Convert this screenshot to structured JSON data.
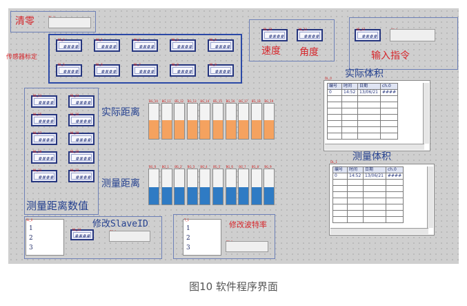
{
  "clear": {
    "label": "清零",
    "field_tag": "TS_2"
  },
  "calib": {
    "label": "传感器标定",
    "row1": [
      {
        "tag": "NL_0",
        "value": "####"
      },
      {
        "tag": "NL_1",
        "value": "####"
      },
      {
        "tag": "NL_2",
        "value": "####"
      },
      {
        "tag": "NL_3",
        "value": "####"
      },
      {
        "tag": "NL_4",
        "value": "####"
      }
    ],
    "row2": [
      {
        "tag": "NL_5",
        "value": "####"
      },
      {
        "tag": "NL_6",
        "value": "####"
      },
      {
        "tag": "NL_7",
        "value": "####"
      },
      {
        "tag": "NL_8",
        "value": "####"
      },
      {
        "tag": "NL_9",
        "value": "####"
      }
    ]
  },
  "speed_angle": {
    "speed_label": "速度",
    "angle_label": "角度",
    "speed": {
      "tag": "NL_10",
      "value": "####"
    },
    "angle": {
      "tag": "NL_11",
      "value": "####"
    }
  },
  "command": {
    "label": "输入指令",
    "display": {
      "tag": "NL_12",
      "value": "####"
    },
    "field_tag": "TS_3"
  },
  "measured_values": {
    "label": "测量距离数值",
    "items": [
      {
        "tag": "NL_13",
        "value": "####"
      },
      {
        "tag": "NL_14",
        "value": "####"
      },
      {
        "tag": "NL_15",
        "value": "####"
      },
      {
        "tag": "NL_16",
        "value": "####"
      },
      {
        "tag": "NL_17",
        "value": "####"
      },
      {
        "tag": "NL_18",
        "value": "####"
      },
      {
        "tag": "NL_19",
        "value": "####"
      },
      {
        "tag": "NL_20",
        "value": "####"
      },
      {
        "tag": "NL_21",
        "value": "####"
      },
      {
        "tag": "NL_22",
        "value": "####"
      }
    ]
  },
  "actual_distance": {
    "label": "实际距离",
    "color": "#f5a25f",
    "bars": [
      {
        "tag": "BG_10",
        "level": 0.52
      },
      {
        "tag": "BG_11",
        "level": 0.52
      },
      {
        "tag": "BG_12",
        "level": 0.52
      },
      {
        "tag": "BG_13",
        "level": 0.52
      },
      {
        "tag": "BG_14",
        "level": 0.52
      },
      {
        "tag": "BG_15",
        "level": 0.52
      },
      {
        "tag": "BG_16",
        "level": 0.52
      },
      {
        "tag": "BG_17",
        "level": 0.52
      },
      {
        "tag": "BG_18",
        "level": 0.52
      },
      {
        "tag": "BG_19",
        "level": 0.52
      }
    ]
  },
  "measured_distance": {
    "label": "测量距离",
    "color": "#2f7bc4",
    "bars": [
      {
        "tag": "BG_0",
        "level": 0.5
      },
      {
        "tag": "BG_1",
        "level": 0.5
      },
      {
        "tag": "BG_2",
        "level": 0.5
      },
      {
        "tag": "BG_3",
        "level": 0.5
      },
      {
        "tag": "BG_4",
        "level": 0.5
      },
      {
        "tag": "BG_5",
        "level": 0.5
      },
      {
        "tag": "BG_6",
        "level": 0.5
      },
      {
        "tag": "BG_7",
        "level": 0.5
      },
      {
        "tag": "BG_8",
        "level": 0.5
      },
      {
        "tag": "BG_9",
        "level": 0.5
      }
    ]
  },
  "actual_volume": {
    "label": "实际体积",
    "tag": "DL_0",
    "headers": [
      "编号",
      "时间",
      "日期",
      "ch.0"
    ],
    "row": [
      "0",
      "14:52",
      "13/06/21",
      "####"
    ]
  },
  "measured_volume": {
    "label": "测量体积",
    "tag": "DL_1",
    "headers": [
      "编号",
      "时间",
      "日期",
      "ch.0"
    ],
    "row": [
      "0",
      "14:52",
      "13/06/21",
      "####"
    ]
  },
  "slave": {
    "label": "修改SlaveID",
    "list_tag": "SL_0",
    "items": [
      "1",
      "2",
      "3"
    ],
    "display": {
      "tag": "NL_23",
      "value": "####"
    },
    "field_tag": "TS_0"
  },
  "baud": {
    "label": "修改波特率",
    "list_tag": "T_1",
    "items": [
      "1",
      "2",
      "3"
    ],
    "field_tag": "TS_1"
  },
  "caption": "图10 软件程序界面"
}
